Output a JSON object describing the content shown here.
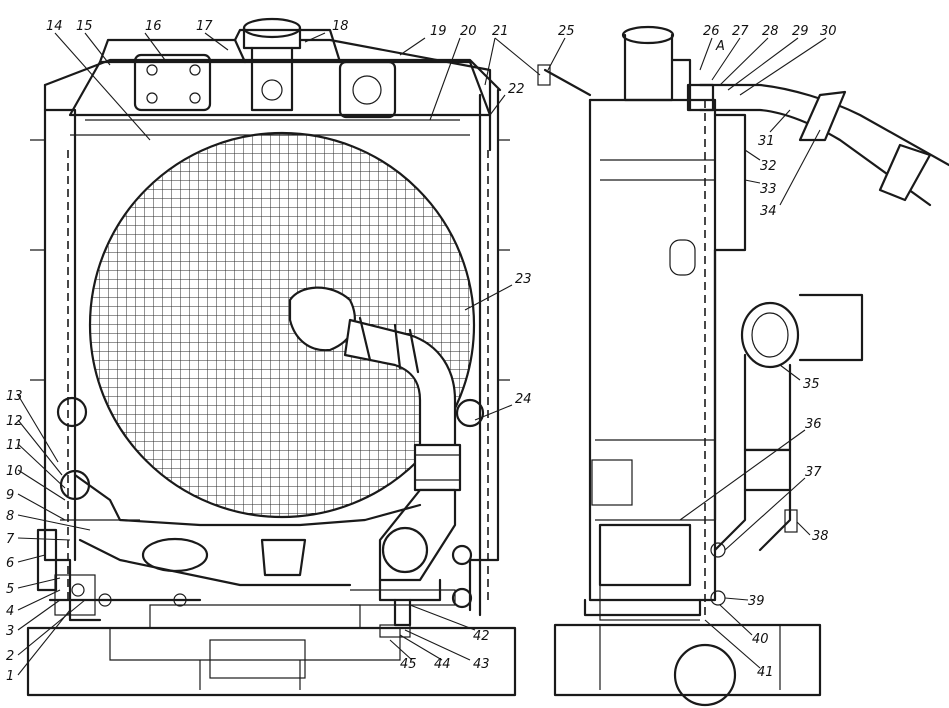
{
  "callouts": {
    "c1": "1",
    "c2": "2",
    "c3": "3",
    "c4": "4",
    "c5": "5",
    "c6": "6",
    "c7": "7",
    "c8": "8",
    "c9": "9",
    "c10": "10",
    "c11": "11",
    "c12": "12",
    "c13": "13",
    "c14": "14",
    "c15": "15",
    "c16": "16",
    "c17": "17",
    "c18": "18",
    "c19": "19",
    "c20": "20",
    "c21": "21",
    "c22": "22",
    "c23": "23",
    "c24": "24",
    "c25": "25",
    "c26": "26",
    "c27": "27",
    "c28": "28",
    "c29": "29",
    "c30": "30",
    "c31": "31",
    "c32": "32",
    "c33": "33",
    "c34": "34",
    "c35": "35",
    "c36": "36",
    "c37": "37",
    "c38": "38",
    "c39": "39",
    "c40": "40",
    "c41": "41",
    "c42": "42",
    "c43": "43",
    "c44": "44",
    "c45": "45"
  },
  "marks": {
    "view_a": "A"
  }
}
